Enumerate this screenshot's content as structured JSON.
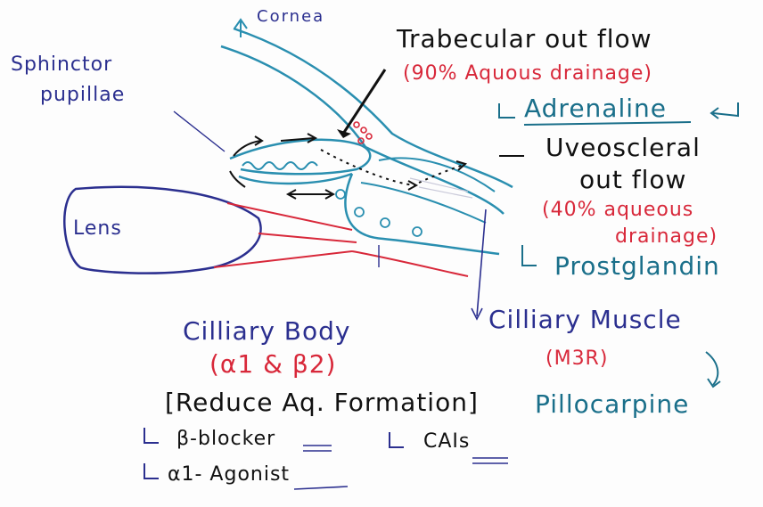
{
  "labels": {
    "cornea": "Cornea",
    "sphinctor_line1": "Sphinctor",
    "sphinctor_line2": "pupillae",
    "trabecular": "Trabecular out flow",
    "trabecular_note": "(90% Aquous drainage)",
    "adrenaline": "Adrenaline",
    "uveoscleral_line1": "Uveoscleral",
    "uveoscleral_line2": "out flow",
    "uveoscleral_note1": "(40% aqueous",
    "uveoscleral_note2": "drainage)",
    "prostglandin": "Prostglandin",
    "lens": "Lens",
    "cilliary_body": "Cilliary Body",
    "cilliary_body_receptors": "(α1 & β2)",
    "reduce": "[Reduce Aq. Formation]",
    "beta_blocker": "β-blocker",
    "alpha_agonist": "α1- Agonist",
    "cais": "CAIs",
    "cilliary_muscle": "Cilliary Muscle",
    "m3r": "(M3R)",
    "pillocarpine": "Pillocarpine"
  },
  "colors": {
    "navy": "#2b2f8f",
    "red": "#d8283a",
    "teal": "#1a6f8a",
    "black": "#111111",
    "anatomy_blue": "#2a8fb0",
    "anatomy_red": "#d8283a"
  }
}
